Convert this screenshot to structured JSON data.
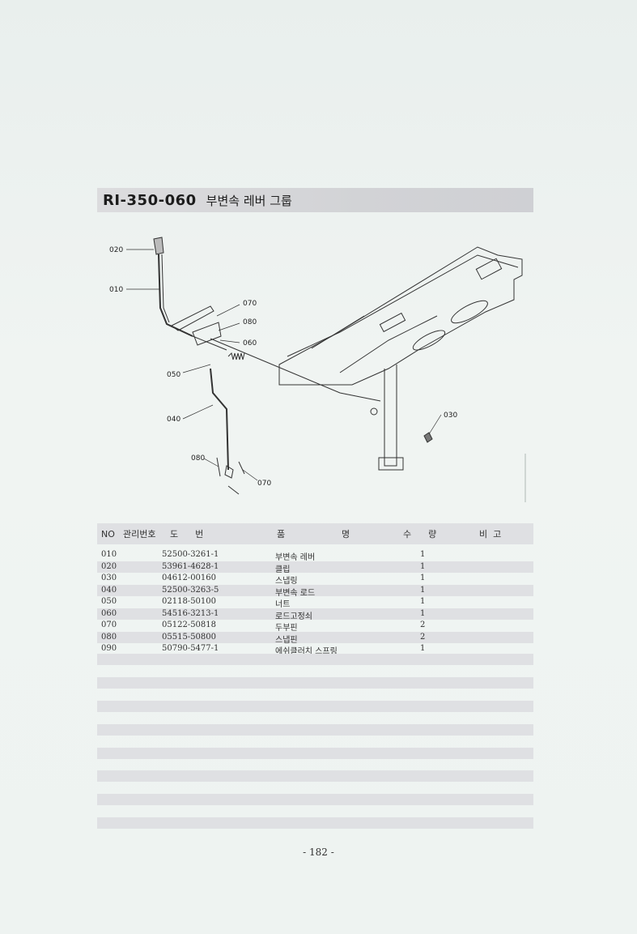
{
  "header": {
    "code": "RI-350-060",
    "title": "부변속 레버 그룹"
  },
  "diagram": {
    "callouts": {
      "c020": "020",
      "c010": "010",
      "c070a": "070",
      "c080a": "080",
      "c060": "060",
      "c050": "050",
      "c040": "040",
      "c030": "030",
      "c080b": "080",
      "c070b": "070"
    }
  },
  "table": {
    "headers": {
      "no": "NO",
      "mgmt": "관리번호",
      "drawing": "도      번",
      "name": "품                    명",
      "qty": "수      량",
      "remark": "비  고"
    },
    "rows": [
      {
        "no": "010",
        "part": "52500-3261-1",
        "name": "부변속 레버",
        "qty": "1"
      },
      {
        "no": "020",
        "part": "53961-4628-1",
        "name": "클립",
        "qty": "1"
      },
      {
        "no": "030",
        "part": "04612-00160",
        "name": "스냅링",
        "qty": "1"
      },
      {
        "no": "040",
        "part": "52500-3263-5",
        "name": "부변속 로드",
        "qty": "1"
      },
      {
        "no": "050",
        "part": "02118-50100",
        "name": "너트",
        "qty": "1"
      },
      {
        "no": "060",
        "part": "54516-3213-1",
        "name": "로드고정쇠",
        "qty": "1"
      },
      {
        "no": "070",
        "part": "05122-50818",
        "name": "두부핀",
        "qty": "2"
      },
      {
        "no": "080",
        "part": "05515-50800",
        "name": "스냅핀",
        "qty": "2"
      },
      {
        "no": "090",
        "part": "50790-5477-1",
        "name": "에쉬클러치 스프링",
        "qty": "1"
      }
    ]
  },
  "footer": {
    "page": "- 182 -"
  }
}
